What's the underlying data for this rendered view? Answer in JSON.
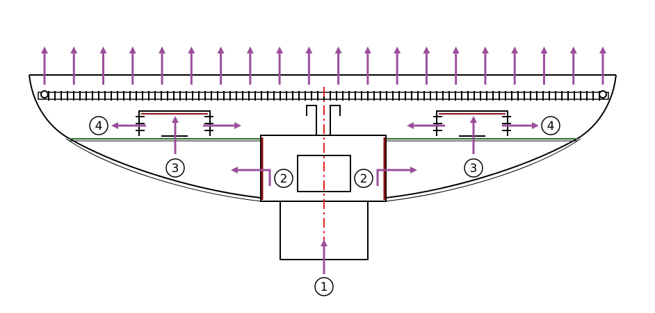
{
  "labels": {
    "inlet": "1",
    "side_outlet_left": "2",
    "side_outlet_right": "2",
    "upward_left": "3",
    "upward_right": "3",
    "lateral_left": "4",
    "lateral_right": "4"
  },
  "colors": {
    "arrow": "#9b4f9b",
    "centerline": "#e02020",
    "seal": "#8b1010",
    "line": "#000000",
    "plate": "#2e6b2e"
  },
  "top_arrow_count": 20
}
